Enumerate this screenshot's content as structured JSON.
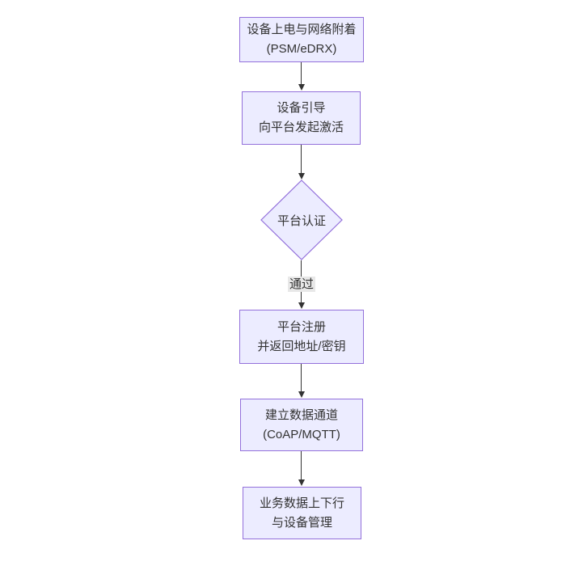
{
  "diagram": {
    "type": "flowchart",
    "direction": "top-down",
    "colors": {
      "background": "#ffffff",
      "node_fill": "#ECECFF",
      "node_border": "#9370DB",
      "text": "#333333",
      "edge_line": "#333333",
      "edge_label_bg": "#e8e8e8"
    },
    "nodes": [
      {
        "id": "power-attach",
        "shape": "rect",
        "lines": [
          "设备上电与网络附着",
          "(PSM/eDRX)"
        ]
      },
      {
        "id": "bootstrap",
        "shape": "rect",
        "lines": [
          "设备引导",
          "向平台发起激活"
        ]
      },
      {
        "id": "platform-auth",
        "shape": "diamond",
        "lines": [
          "平台认证"
        ]
      },
      {
        "id": "register",
        "shape": "rect",
        "lines": [
          "平台注册",
          "并返回地址/密钥"
        ]
      },
      {
        "id": "data-channel",
        "shape": "rect",
        "lines": [
          "建立数据通道",
          "(CoAP/MQTT)"
        ]
      },
      {
        "id": "business-data",
        "shape": "rect",
        "lines": [
          "业务数据上下行",
          "与设备管理"
        ]
      }
    ],
    "edges": [
      {
        "from": "power-attach",
        "to": "bootstrap",
        "label": ""
      },
      {
        "from": "bootstrap",
        "to": "platform-auth",
        "label": ""
      },
      {
        "from": "platform-auth",
        "to": "register",
        "label": "通过"
      },
      {
        "from": "register",
        "to": "data-channel",
        "label": ""
      },
      {
        "from": "data-channel",
        "to": "business-data",
        "label": ""
      }
    ]
  }
}
